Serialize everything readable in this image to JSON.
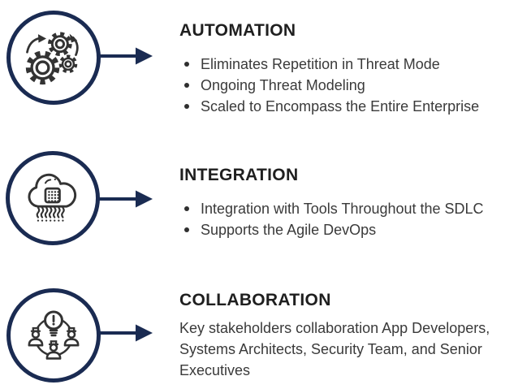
{
  "diagram": {
    "background_color": "#ffffff",
    "accent_navy": "#1a2b52",
    "icon_stroke_color": "#333333",
    "title_color": "#1f1f1f",
    "body_color": "#3a3a3a"
  },
  "sections": [
    {
      "title": "AUTOMATION",
      "icon": "gears-icon",
      "bullets": [
        "Eliminates Repetition in Threat Mode",
        "Ongoing Threat Modeling",
        "Scaled to Encompass the Entire Enterprise"
      ]
    },
    {
      "title": "INTEGRATION",
      "icon": "cloud-chip-icon",
      "bullets": [
        "Integration with Tools Throughout the SDLC",
        "Supports the Agile DevOps"
      ]
    },
    {
      "title": "COLLABORATION",
      "icon": "team-idea-icon",
      "paragraph": "Key stakeholders collaboration App Developers, Systems Architects, Security Team, and Senior Executives"
    }
  ]
}
